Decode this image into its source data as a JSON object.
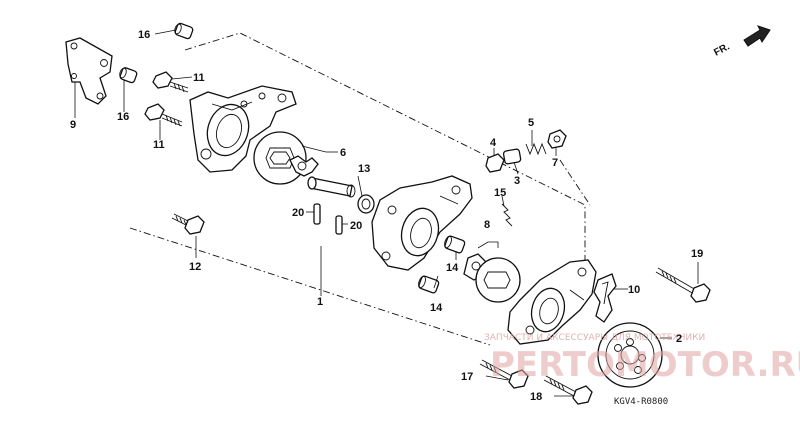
{
  "diagram": {
    "direction_label": "FR.",
    "diagram_code": "KGV4-R0800",
    "watermark": {
      "line1": "ЗАПЧАСТИ И АКСЕССУАРЫ ДЛЯ МОТОТЕХНИКИ",
      "line2": "PERTOMOTOR.RU"
    },
    "callouts": [
      {
        "id": "c1",
        "label": "1"
      },
      {
        "id": "c2",
        "label": "2"
      },
      {
        "id": "c3",
        "label": "3"
      },
      {
        "id": "c4",
        "label": "4"
      },
      {
        "id": "c5",
        "label": "5"
      },
      {
        "id": "c6",
        "label": "6"
      },
      {
        "id": "c7",
        "label": "7"
      },
      {
        "id": "c8",
        "label": "8"
      },
      {
        "id": "c9",
        "label": "9"
      },
      {
        "id": "c10",
        "label": "10"
      },
      {
        "id": "c11a",
        "label": "11"
      },
      {
        "id": "c11b",
        "label": "11"
      },
      {
        "id": "c12",
        "label": "12"
      },
      {
        "id": "c13",
        "label": "13"
      },
      {
        "id": "c14a",
        "label": "14"
      },
      {
        "id": "c14b",
        "label": "14"
      },
      {
        "id": "c15",
        "label": "15"
      },
      {
        "id": "c16a",
        "label": "16"
      },
      {
        "id": "c16b",
        "label": "16"
      },
      {
        "id": "c17",
        "label": "17"
      },
      {
        "id": "c18",
        "label": "18"
      },
      {
        "id": "c19",
        "label": "19"
      },
      {
        "id": "c20a",
        "label": "20"
      },
      {
        "id": "c20b",
        "label": "20"
      }
    ]
  }
}
